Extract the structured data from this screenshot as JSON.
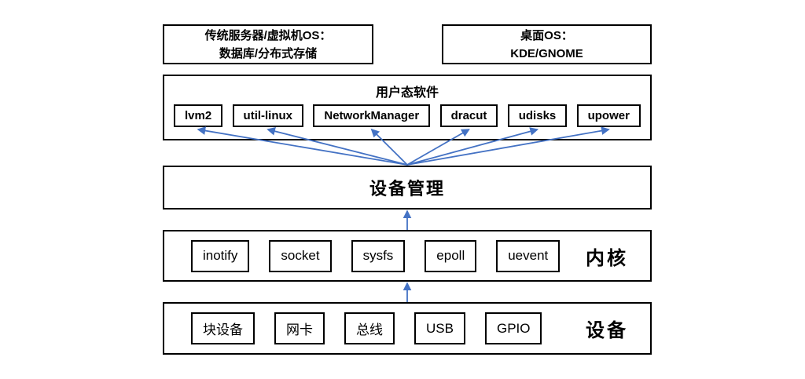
{
  "colors": {
    "arrow": "#4472C4",
    "border": "#000000",
    "background": "#ffffff"
  },
  "top_row": {
    "server_os": {
      "line1": "传统服务器/虚拟机OS：",
      "line2": "数据库/分布式存储"
    },
    "desktop_os": {
      "line1": "桌面OS：",
      "line2": "KDE/GNOME"
    }
  },
  "userspace": {
    "title": "用户态软件",
    "items": [
      "lvm2",
      "util-linux",
      "NetworkManager",
      "dracut",
      "udisks",
      "upower"
    ]
  },
  "device_manager": {
    "label": "设备管理"
  },
  "kernel": {
    "label": "内核",
    "items": [
      "inotify",
      "socket",
      "sysfs",
      "epoll",
      "uevent"
    ]
  },
  "devices": {
    "label": "设备",
    "items": [
      "块设备",
      "网卡",
      "总线",
      "USB",
      "GPIO"
    ]
  }
}
